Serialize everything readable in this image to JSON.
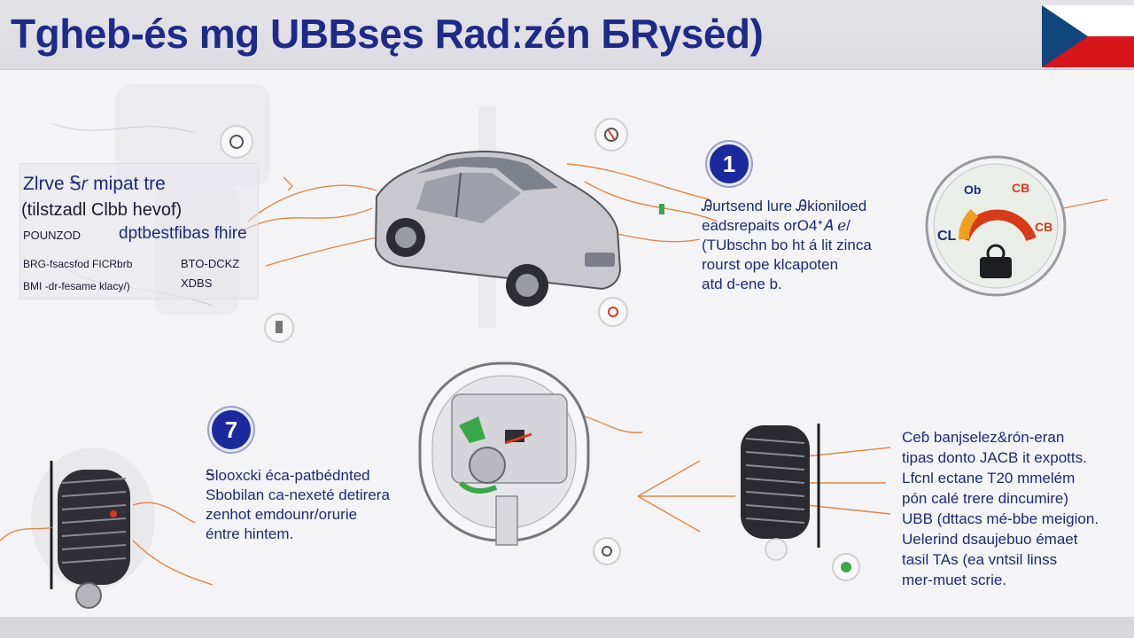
{
  "header": {
    "title": "Tgheb-és mg UBBsęs Radːzén БRysėd)",
    "flag_colors": {
      "white": "#ffffff",
      "red": "#d7141a",
      "blue": "#11457e"
    }
  },
  "left_panel": {
    "line1": "Zlrve Ꭶ𝑟 mipat tre",
    "line2": "(tilstzadl Clbb hevof)",
    "line3_a": "POUNZOD",
    "line3_b": "dptbestfibas fhire",
    "line4_a": "BRG-fsacsfod FICRbrb",
    "line4_b": "BTO-DCKZ",
    "line5_a": "BMI -dr-fesame klacy/)",
    "line5_b": "XDBS"
  },
  "step1": {
    "number": "1",
    "lines": [
      "Ꭿurtsend lure Ꭿkioniloed",
      "eadsrepaits orO4ᐩ𝐴 ℯ/",
      "(TUbschn bo ht á lit zinca",
      "rourst ope klcapoten",
      "atd d-ene b."
    ]
  },
  "step2": {
    "number": "7",
    "lines": [
      "Ꭶlooxcki éca-patbédnted",
      "Sbobilan ca-nexeté detirera",
      "zenhot emdounr/orurie",
      "éntre hintem."
    ]
  },
  "right_block": {
    "lines": [
      "Ceɓ banjselez&rón-eran",
      "tipas donto JACB it expotts.",
      "Lfcnl ectane T20 mmelém",
      "pón calé trere dincumire)",
      "UBB (dttacs mé-bbe meigion.",
      "Uelerind dsaujebuo émaet",
      "tasil TAs (ea vntsil linss",
      "mer-muet scrie."
    ]
  },
  "gauge": {
    "label_top": "Ob",
    "label_top_right": "CB",
    "label_left": "CL",
    "label_right": "CB",
    "accent": "#d83a1a"
  },
  "colors": {
    "primary": "#1e2a8a",
    "accent_orange": "#e0722a",
    "accent_green": "#3aa84a",
    "accent_red": "#d83a1a"
  },
  "icons": [
    "wrench-icon",
    "gear-icon",
    "tire-icon",
    "sensor-icon",
    "car-icon",
    "gauge-icon",
    "flag-icon"
  ]
}
